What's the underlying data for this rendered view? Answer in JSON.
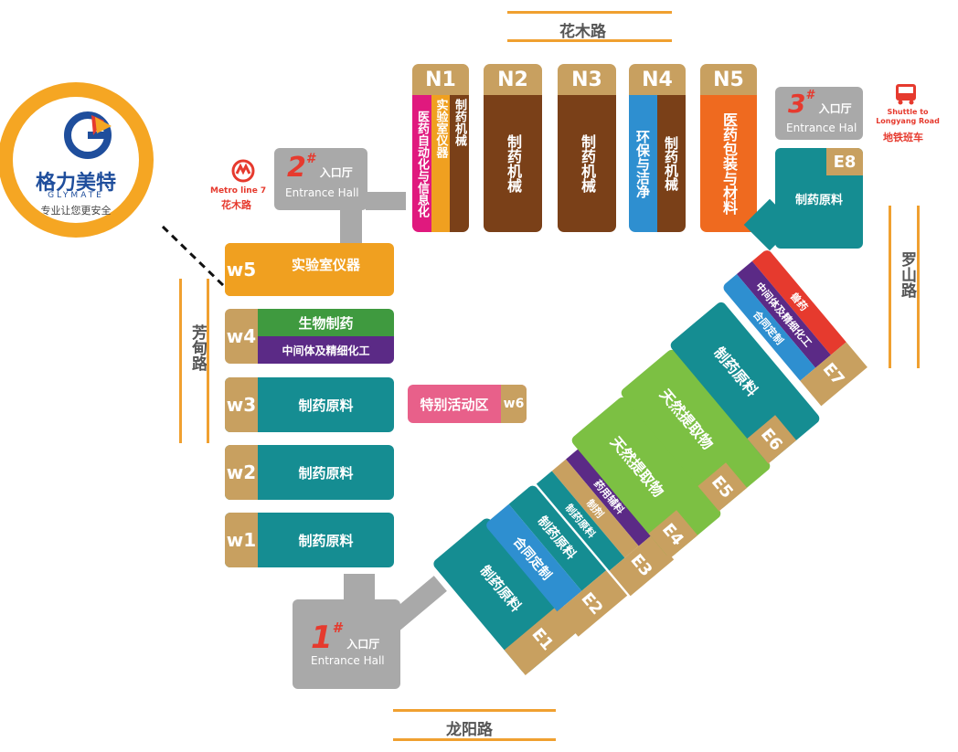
{
  "roads": {
    "top": "花木路",
    "bottom": "龙阳路",
    "left": "芳甸路",
    "right": "罗山路"
  },
  "logo": {
    "cn_name": "格力美特",
    "en_name": "GLYMATE",
    "slogan": "专业让您更安全"
  },
  "metro": {
    "line": "Metro line 7",
    "station": "花木路"
  },
  "shuttle": {
    "en": "Shuttle to Longyang Road",
    "cn": "地铁班车"
  },
  "entrances": [
    {
      "num": "1",
      "mark": "#",
      "cn": "入口厅",
      "en": "Entrance Hall"
    },
    {
      "num": "2",
      "mark": "#",
      "cn": "入口厅",
      "en": "Entrance Hall"
    },
    {
      "num": "3",
      "mark": "#",
      "cn": "入口厅",
      "en": "Entrance Hal"
    }
  ],
  "north": [
    {
      "id": "N1",
      "bands": [
        "医药自动化与信息化",
        "实验室仪器",
        "制药机械"
      ],
      "colors": [
        "#e0197e",
        "#f0a020",
        "#7a4018"
      ]
    },
    {
      "id": "N2",
      "bands": [
        "制药机械"
      ],
      "colors": [
        "#7a4018"
      ]
    },
    {
      "id": "N3",
      "bands": [
        "制药机械"
      ],
      "colors": [
        "#7a4018"
      ]
    },
    {
      "id": "N4",
      "bands": [
        "环保与洁净",
        "制药机械"
      ],
      "colors": [
        "#2e8fd0",
        "#7a4018"
      ]
    },
    {
      "id": "N5",
      "bands": [
        "医药包装与材料"
      ],
      "colors": [
        "#ef6a1f"
      ]
    }
  ],
  "west": [
    {
      "id": "w5",
      "bands": [
        "实验室仪器"
      ]
    },
    {
      "id": "w4",
      "bands": [
        "生物制药",
        "中间体及精细化工"
      ]
    },
    {
      "id": "w3",
      "bands": [
        "制药原料"
      ]
    },
    {
      "id": "w2",
      "bands": [
        "制药原料"
      ]
    },
    {
      "id": "w1",
      "bands": [
        "制药原料"
      ]
    }
  ],
  "w6": {
    "id": "w6",
    "label": "特别活动区"
  },
  "east": [
    {
      "id": "E1",
      "bands": [
        "制药原料"
      ]
    },
    {
      "id": "E2",
      "bands": [
        "制药原料",
        "合同定制"
      ]
    },
    {
      "id": "E3",
      "bands": [
        "药用辅料",
        "制剂",
        "制药原料"
      ]
    },
    {
      "id": "E4",
      "bands": [
        "天然提取物"
      ]
    },
    {
      "id": "E5",
      "bands": [
        "天然提取物"
      ]
    },
    {
      "id": "E6",
      "bands": [
        "制药原料"
      ]
    },
    {
      "id": "E7",
      "bands": [
        "兽药",
        "中间体及精细化工",
        "合同定制"
      ]
    },
    {
      "id": "E8",
      "bands": [
        "制药原料"
      ]
    }
  ],
  "colors": {
    "tan": "#c8a060",
    "teal": "#158d92",
    "green": "#7cc043",
    "purple": "#5b2a86",
    "pink": "#e8608a",
    "orange": "#f0a020",
    "red": "#e63a2e",
    "grey": "#a9a9a9"
  }
}
